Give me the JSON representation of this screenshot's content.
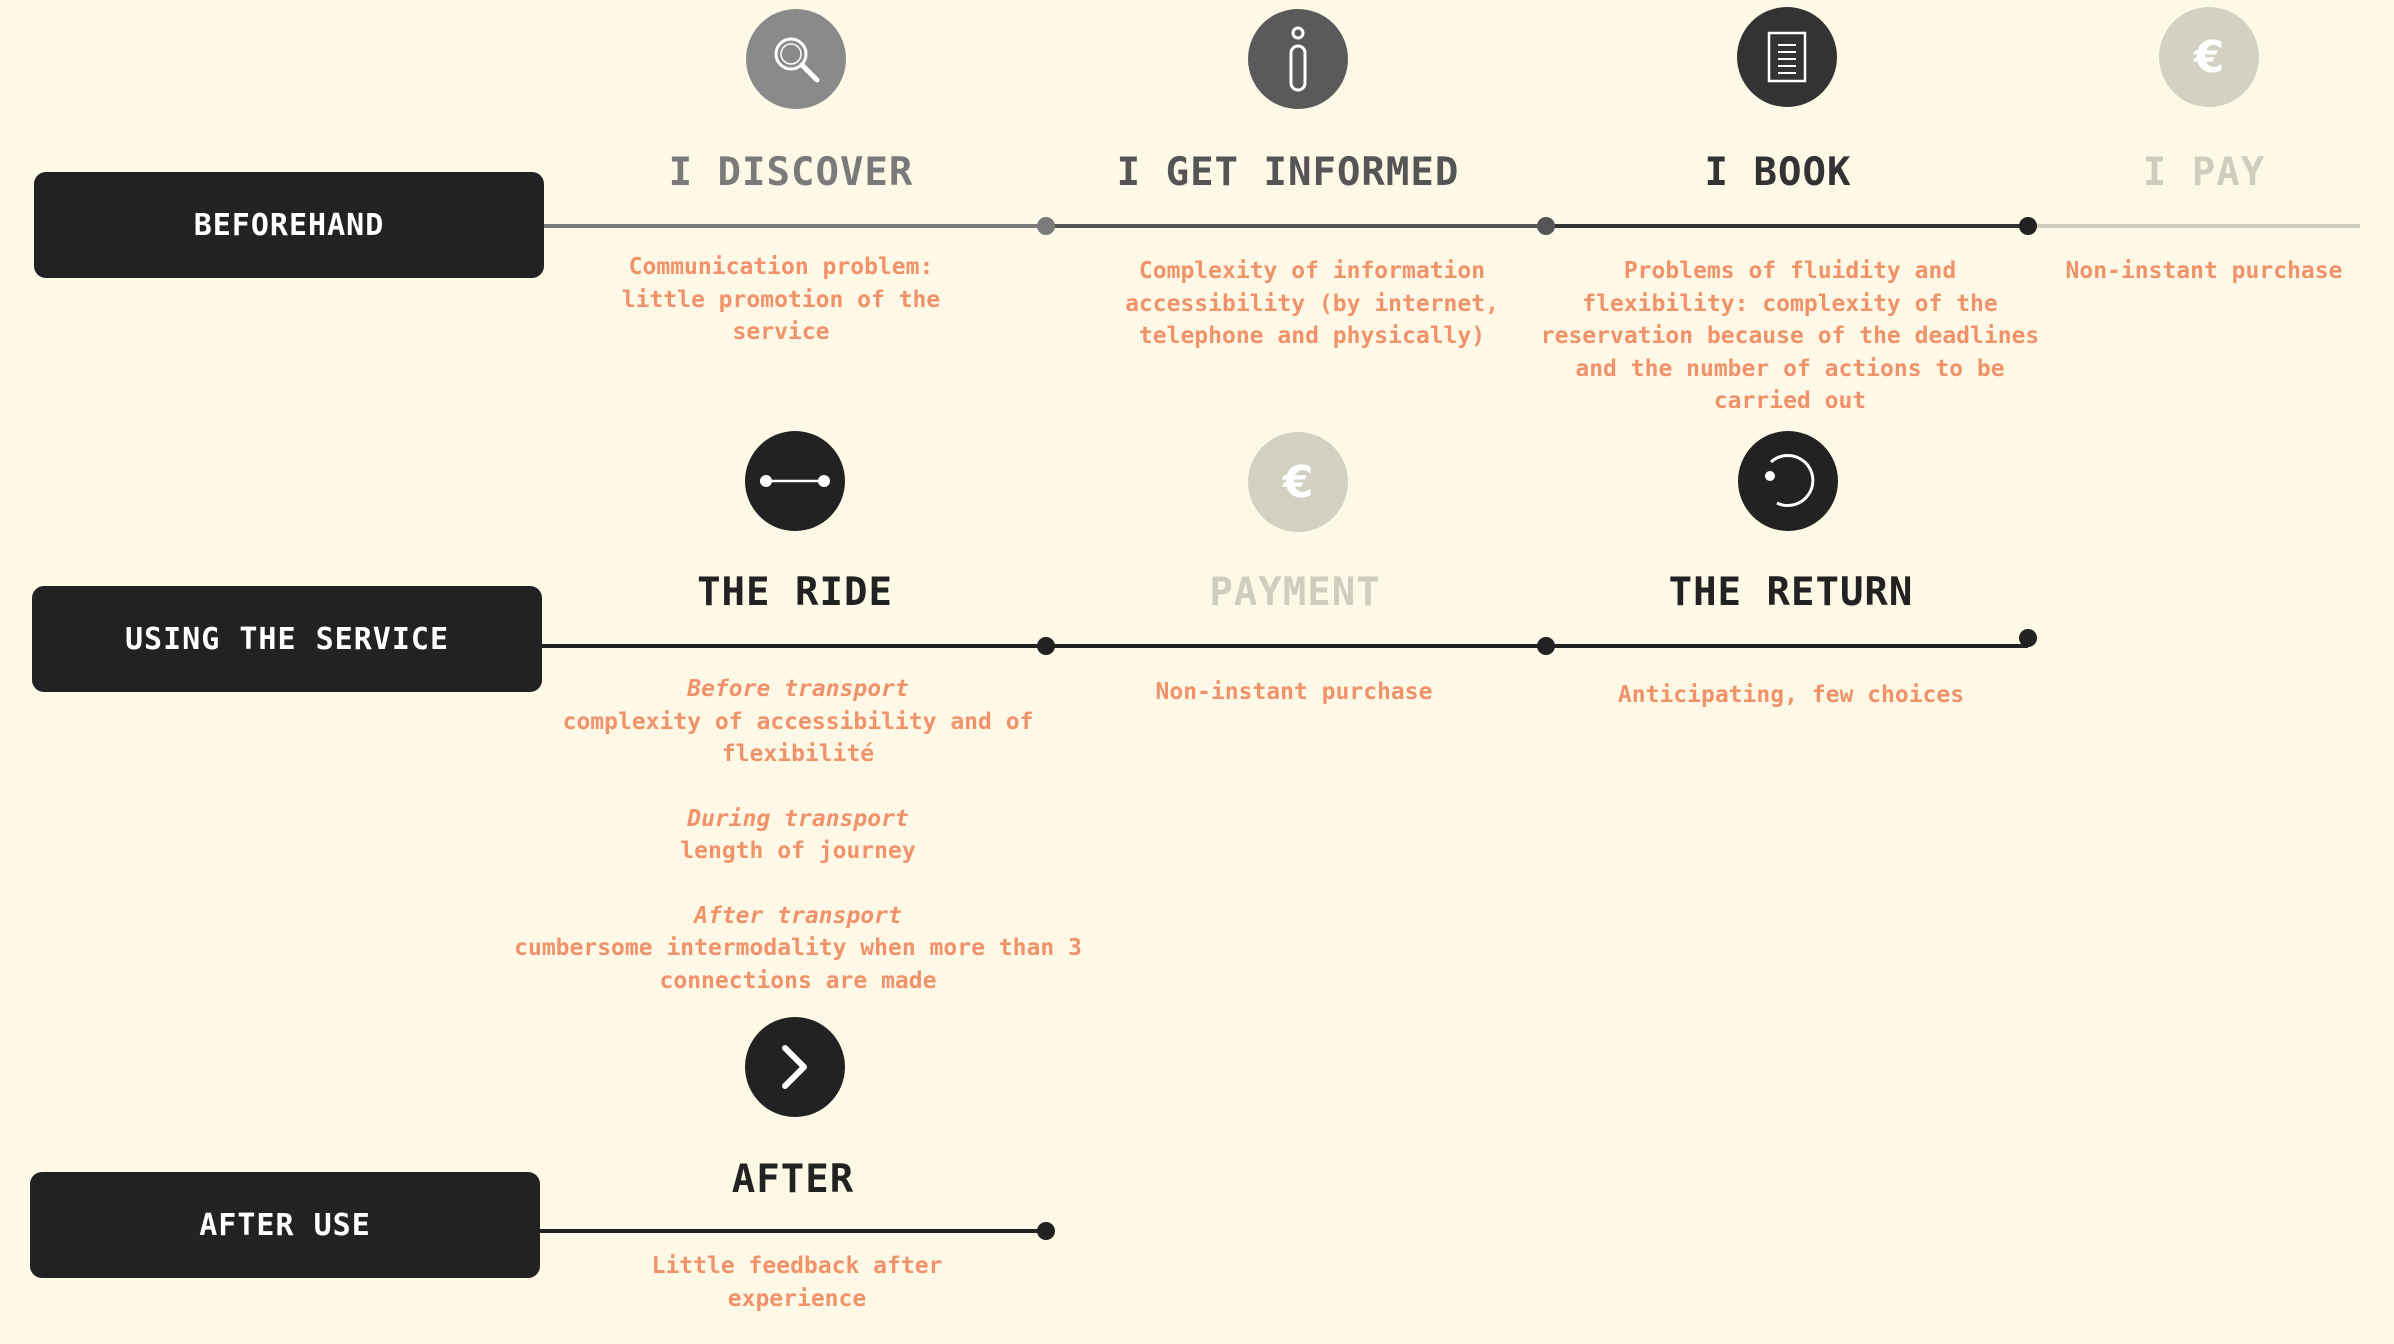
{
  "colors": {
    "background": "#fdf9e6",
    "dark": "#222222",
    "mid_gray": "#7a7a7a",
    "dark_gray": "#555555",
    "faded": "#cfcdbf",
    "accent_text": "#f0926a"
  },
  "phases": {
    "beforehand": {
      "label": "BEFOREHAND"
    },
    "using": {
      "label": "USING THE SERVICE"
    },
    "after": {
      "label": "AFTER USE"
    }
  },
  "steps": {
    "discover": {
      "icon": "magnifier-icon",
      "title": "I DISCOVER",
      "description": [
        "Communication problem:",
        "little promotion of the",
        "service"
      ]
    },
    "informed": {
      "icon": "info-icon",
      "title": "I GET INFORMED",
      "description": [
        "Complexity of information",
        "accessibility (by internet,",
        "telephone and physically)"
      ]
    },
    "book": {
      "icon": "document-icon",
      "title": "I BOOK",
      "description": [
        "Problems of fluidity and",
        "flexibility: complexity of the",
        "reservation because of the deadlines",
        "and the number of actions to be",
        "carried out"
      ]
    },
    "pay": {
      "icon": "euro-icon",
      "title": "I PAY",
      "description": [
        "Non-instant purchase"
      ]
    },
    "ride": {
      "icon": "route-icon",
      "title": "THE RIDE",
      "before_heading": "Before transport",
      "before_lines": [
        "complexity of accessibility and of",
        "flexibilité"
      ],
      "during_heading": "During transport",
      "during_lines": [
        "length of journey"
      ],
      "after_heading": "After transport",
      "after_lines": [
        "cumbersome intermodality when more than 3",
        "connections are made"
      ]
    },
    "payment": {
      "icon": "euro-icon",
      "title": "PAYMENT",
      "description": [
        "Non-instant purchase"
      ]
    },
    "return": {
      "icon": "return-arrow-icon",
      "title": "THE RETURN",
      "description": [
        "Anticipating, few choices"
      ]
    },
    "after": {
      "icon": "chevron-right-icon",
      "title": "AFTER",
      "description": [
        "Little feedback after",
        "experience"
      ]
    }
  }
}
